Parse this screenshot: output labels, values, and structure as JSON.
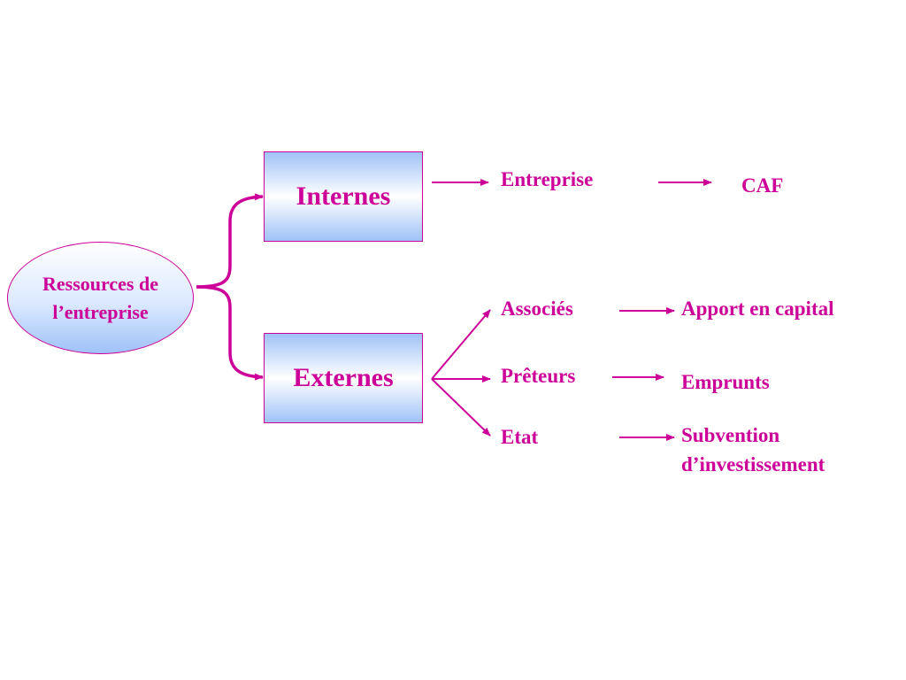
{
  "root": {
    "line1": "Ressources de",
    "line2": "l’entreprise"
  },
  "internes": {
    "label": "Internes",
    "source": "Entreprise",
    "result": "CAF"
  },
  "externes": {
    "label": "Externes",
    "sources": [
      "Associés",
      "Prêteurs",
      "Etat"
    ],
    "results": [
      "Apport en capital",
      "Emprunts",
      "Subvention",
      "d’investissement"
    ]
  },
  "colors": {
    "accent": "#cc0099",
    "fill_light": "#ffffff",
    "fill_blue": "#9fc2f7"
  }
}
